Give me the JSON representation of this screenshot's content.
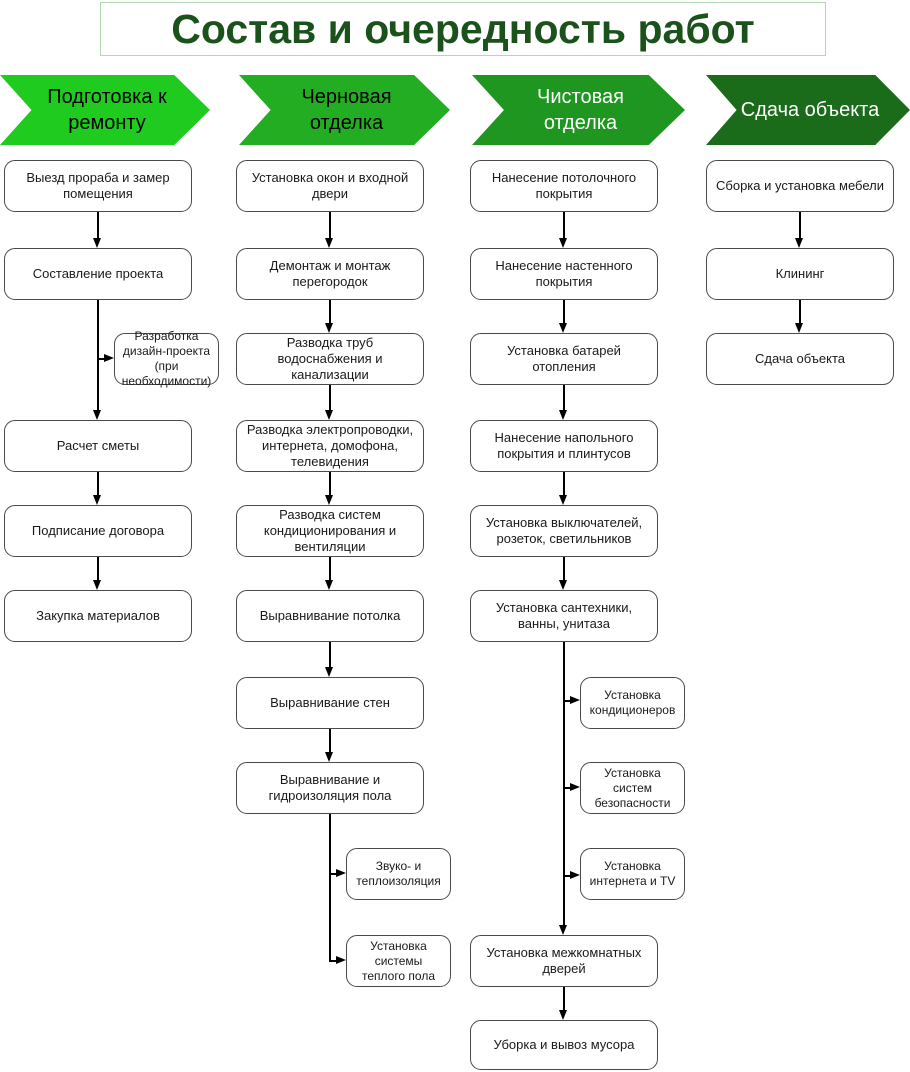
{
  "title": "Состав и очередность работ",
  "colors": {
    "title_text": "#1b521b",
    "title_border": "#b4d7b4",
    "connector": "#000000",
    "box_border": "#4a4a4a"
  },
  "stages": [
    {
      "label": "Подготовка к ремонту",
      "color": "#1fcb1f",
      "text_color": "#000000"
    },
    {
      "label": "Черновая отделка",
      "color": "#23ad23",
      "text_color": "#000000"
    },
    {
      "label": "Чистовая отделка",
      "color": "#1f9620",
      "text_color": "#ffffff"
    },
    {
      "label": "Сдача объекта",
      "color": "#1a6b1a",
      "text_color": "#ffffff"
    }
  ],
  "columns": [
    {
      "stage": "Подготовка к ремонту",
      "boxes": [
        {
          "label": "Выезд прораба и замер помещения"
        },
        {
          "label": "Составление проекта"
        },
        {
          "label": "Разработка дизайн-проекта (при необходимости)",
          "side": true
        },
        {
          "label": "Расчет сметы"
        },
        {
          "label": "Подписание договора"
        },
        {
          "label": "Закупка материалов"
        }
      ]
    },
    {
      "stage": "Черновая отделка",
      "boxes": [
        {
          "label": "Установка окон и входной двери"
        },
        {
          "label": "Демонтаж и монтаж перегородок"
        },
        {
          "label": "Разводка труб водоснабжения и канализации"
        },
        {
          "label": "Разводка электропроводки, интернета, домофона, телевидения"
        },
        {
          "label": "Разводка систем кондиционирования и вентиляции"
        },
        {
          "label": "Выравнивание потолка"
        },
        {
          "label": "Выравнивание стен"
        },
        {
          "label": "Выравнивание и гидроизоляция пола"
        },
        {
          "label": "Звуко- и теплоизоляция",
          "side": true
        },
        {
          "label": "Установка системы теплого пола",
          "side": true
        }
      ]
    },
    {
      "stage": "Чистовая отделка",
      "boxes": [
        {
          "label": "Нанесение потолочного покрытия"
        },
        {
          "label": "Нанесение настенного покрытия"
        },
        {
          "label": "Установка батарей отопления"
        },
        {
          "label": "Нанесение напольного покрытия и плинтусов"
        },
        {
          "label": "Установка выключателей, розеток, светильников"
        },
        {
          "label": "Установка сантехники, ванны, унитаза"
        },
        {
          "label": "Установка кондиционеров",
          "side": true
        },
        {
          "label": "Установка систем безопасности",
          "side": true
        },
        {
          "label": "Установка интернета и TV",
          "side": true
        },
        {
          "label": "Установка межкомнатных дверей"
        },
        {
          "label": "Уборка и вывоз мусора"
        }
      ]
    },
    {
      "stage": "Сдача объекта",
      "boxes": [
        {
          "label": "Сборка и установка мебели"
        },
        {
          "label": "Клининг"
        },
        {
          "label": "Сдача объекта"
        }
      ]
    }
  ]
}
